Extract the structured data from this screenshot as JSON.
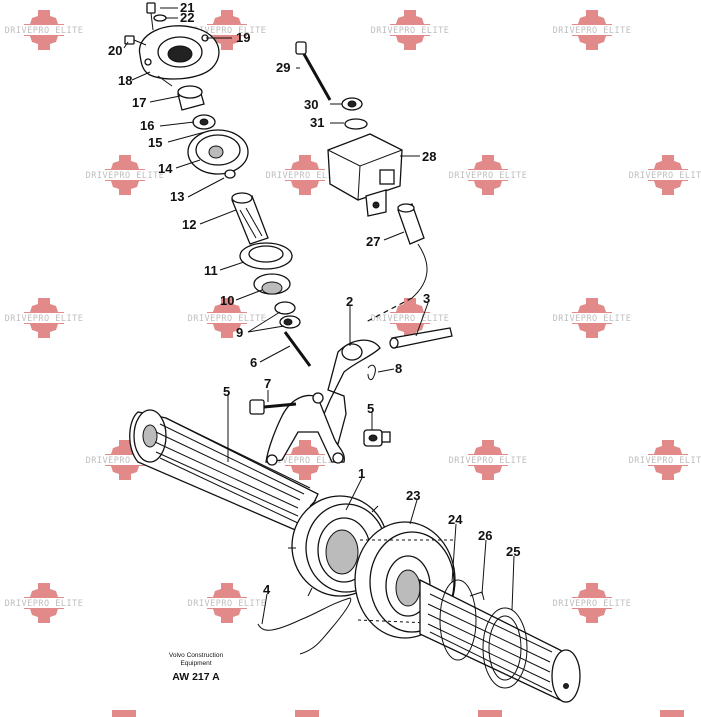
{
  "watermark": {
    "text": "DRIVEPRO ELITE",
    "color": "#e07f7f"
  },
  "callouts": {
    "c1": "1",
    "c2": "2",
    "c3": "3",
    "c4": "4",
    "c5a": "5",
    "c5b": "5",
    "c6": "6",
    "c7": "7",
    "c8": "8",
    "c9": "9",
    "c10": "10",
    "c11": "11",
    "c12": "12",
    "c13": "13",
    "c14": "14",
    "c15": "15",
    "c16": "16",
    "c17": "17",
    "c18": "18",
    "c19": "19",
    "c20": "20",
    "c21": "21",
    "c22": "22",
    "c23": "23",
    "c24": "24",
    "c25": "25",
    "c26": "26",
    "c27": "27",
    "c28": "28",
    "c29": "29",
    "c30": "30",
    "c31": "31"
  },
  "brand": {
    "line1": "Volvo Construction",
    "line2": "Equipment",
    "code": "AW 217 A"
  }
}
